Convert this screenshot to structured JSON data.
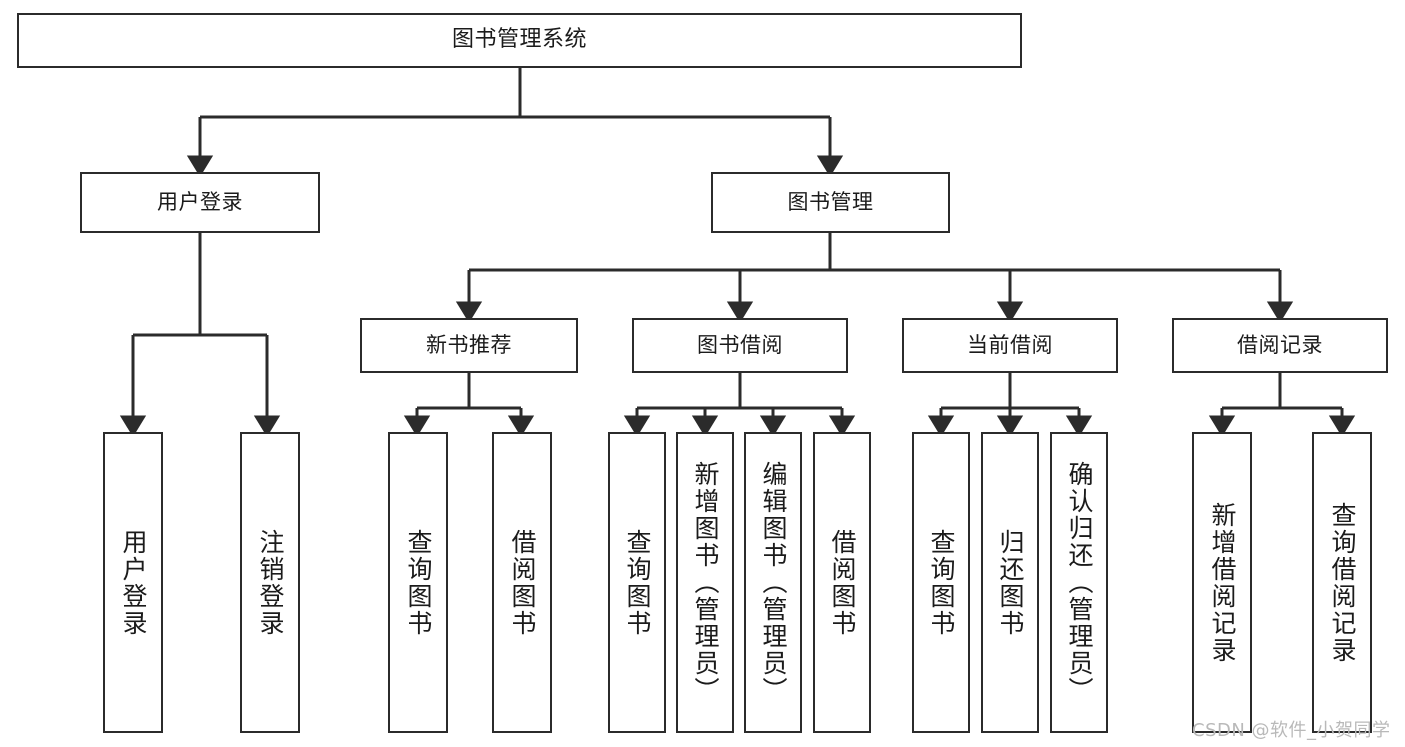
{
  "diagram": {
    "title": "图书管理系统",
    "type": "tree-hierarchy",
    "root": {
      "label": "图书管理系统"
    },
    "level2": [
      {
        "label": "用户登录"
      },
      {
        "label": "图书管理"
      }
    ],
    "level3": [
      {
        "label": "新书推荐"
      },
      {
        "label": "图书借阅"
      },
      {
        "label": "当前借阅"
      },
      {
        "label": "借阅记录"
      }
    ],
    "leaves": {
      "user_login": [
        {
          "label": "用户登录"
        },
        {
          "label": "注销登录"
        }
      ],
      "new_book_recommend": [
        {
          "label": "查询图书"
        },
        {
          "label": "借阅图书"
        }
      ],
      "book_borrow": [
        {
          "label": "查询图书"
        },
        {
          "label": "新增图书（管理员）"
        },
        {
          "label": "编辑图书（管理员）"
        },
        {
          "label": "借阅图书"
        }
      ],
      "current_borrow": [
        {
          "label": "查询图书"
        },
        {
          "label": "归还图书"
        },
        {
          "label": "确认归还（管理员）"
        }
      ],
      "borrow_record": [
        {
          "label": "新增借阅记录"
        },
        {
          "label": "查询借阅记录"
        }
      ]
    }
  },
  "watermark": {
    "text": "CSDN @软件_小贺同学"
  },
  "colors": {
    "stroke": "#2b2b2b",
    "background": "#ffffff",
    "text": "#1b1b1b",
    "watermark": "#b9b9b9"
  }
}
